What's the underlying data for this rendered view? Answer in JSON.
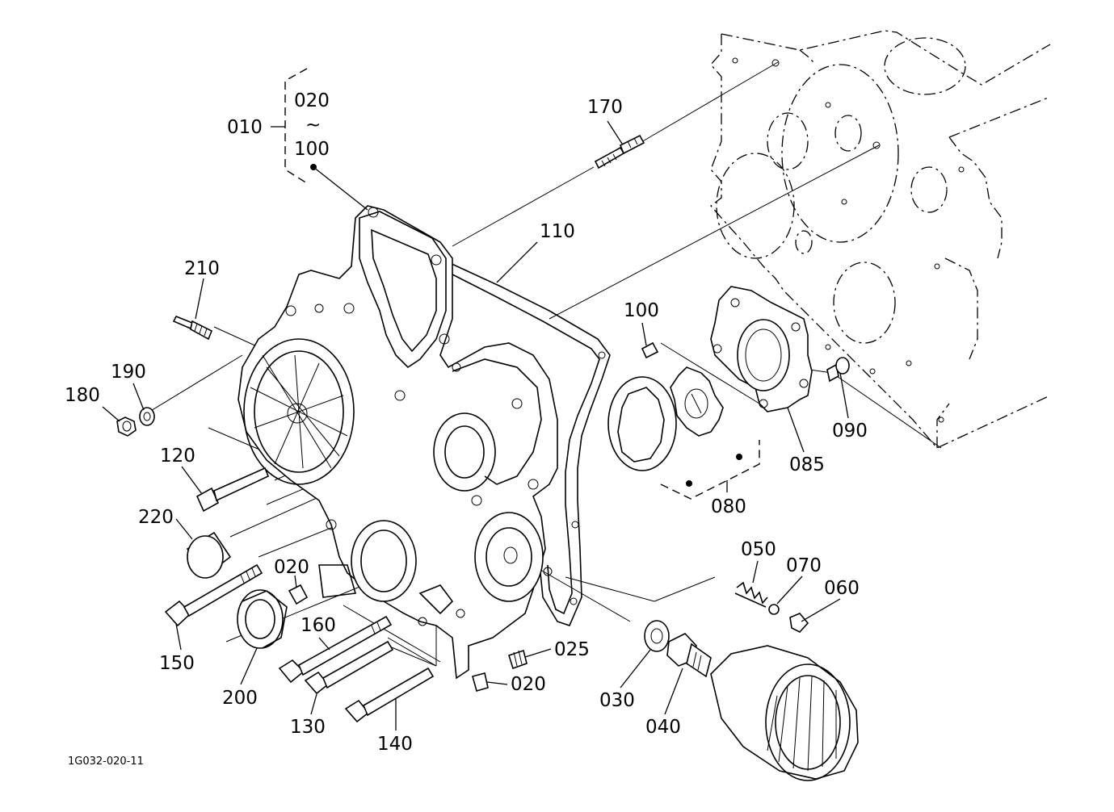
{
  "labels": {
    "p010": "010",
    "p020a": "020",
    "tilde": "~",
    "p100a": "100",
    "p170": "170",
    "p110": "110",
    "p210": "210",
    "p100b": "100",
    "p190": "190",
    "p180": "180",
    "p120": "120",
    "p090": "090",
    "p085": "085",
    "p080": "080",
    "p220": "220",
    "p050": "050",
    "p070": "070",
    "p020b": "020",
    "p060": "060",
    "p150": "150",
    "p160": "160",
    "p025": "025",
    "p200": "200",
    "p020c": "020",
    "p030": "030",
    "p130": "130",
    "p040": "040",
    "p140": "140"
  },
  "drawing_code": "1G032-020-11"
}
